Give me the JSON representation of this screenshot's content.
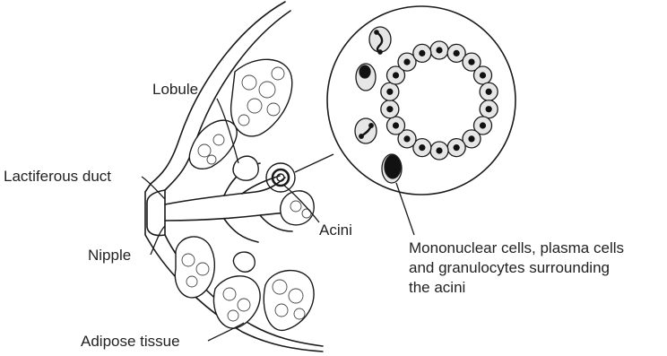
{
  "labels": {
    "lobule": "Lobule",
    "lactiferous_duct": "Lactiferous duct",
    "nipple": "Nipple",
    "acini": "Acini",
    "adipose_tissue": "Adipose tissue"
  },
  "caption_lines": [
    "Mononuclear cells, plasma cells",
    "and granulocytes surrounding",
    "the acini"
  ],
  "colors": {
    "stroke": "#1a1a1a",
    "cell_fill": "#e6e6e6",
    "nucleus": "#111111",
    "background": "#ffffff"
  }
}
